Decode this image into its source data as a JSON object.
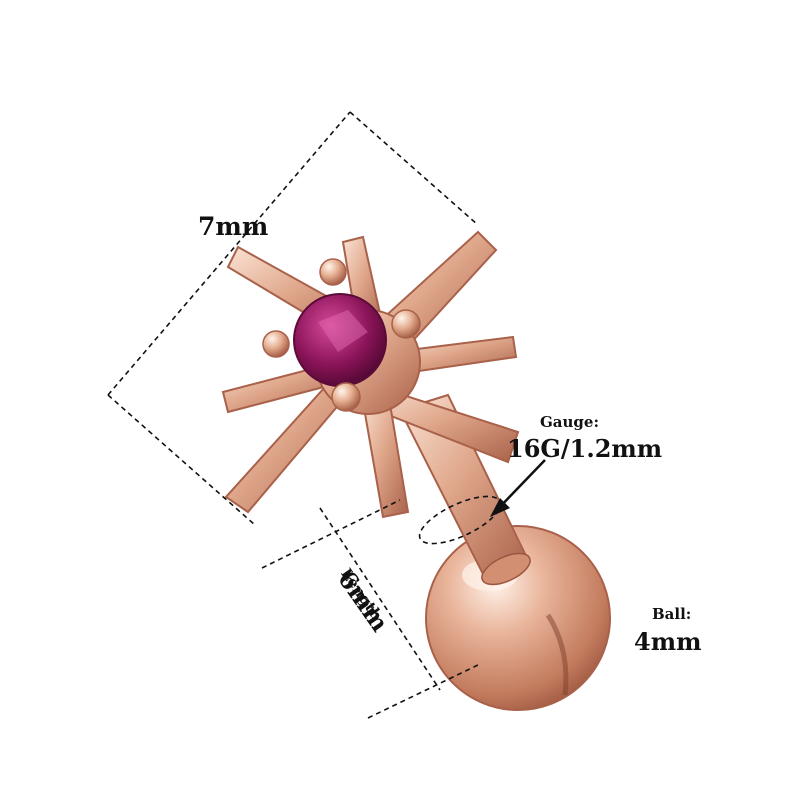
{
  "labels": {
    "top_size": "7mm",
    "gauge_title": "Gauge:",
    "gauge_value": "16G/1.2mm",
    "length_title": "Length",
    "length_value": "6mm",
    "ball_title": "Ball:",
    "ball_value": "4mm"
  },
  "colors": {
    "rose_gold": "#e0a88c",
    "rose_gold_dark": "#b06a4e",
    "rose_gold_light": "#fbe3d5",
    "gem": "#8a1458",
    "gem_light": "#d64a9a",
    "line": "#111111"
  }
}
